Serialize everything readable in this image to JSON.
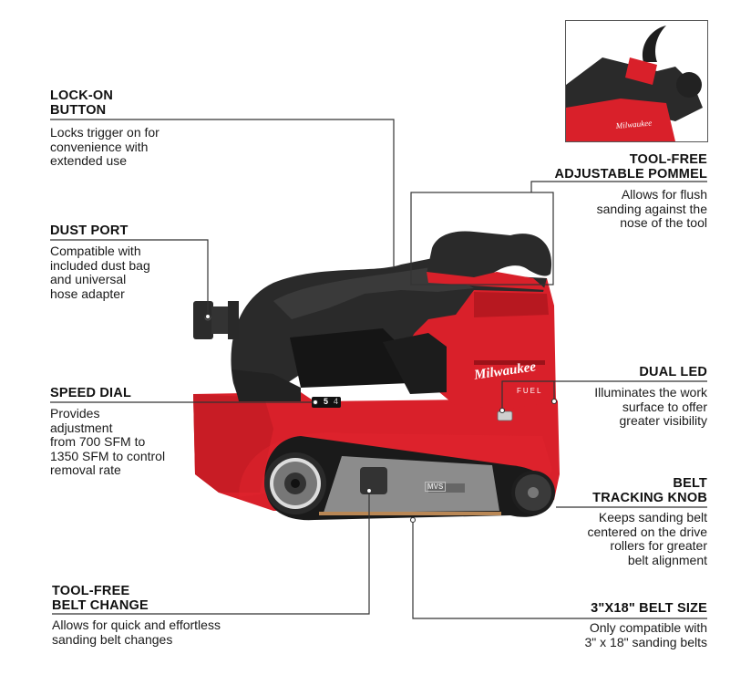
{
  "product": {
    "brand": "Milwaukee",
    "sub_brand": "FUEL",
    "speed_dial_digits": [
      "5",
      "4"
    ],
    "belt_plate_label": "MVS",
    "colors": {
      "body_red": "#d9202a",
      "body_red_dark": "#a8141c",
      "grip_black": "#2a2a2a",
      "grip_dark": "#1c1c1c",
      "plate_gray": "#8c8c8c",
      "sandpaper": "#b98755",
      "leader_line": "#333333"
    }
  },
  "callouts": {
    "lock_on": {
      "title_line1": "LOCK-ON",
      "title_line2": "BUTTON",
      "desc_line1": "Locks trigger on for",
      "desc_line2": "convenience with",
      "desc_line3": "extended use"
    },
    "dust_port": {
      "title": "DUST PORT",
      "desc_line1": "Compatible with",
      "desc_line2": "included dust bag",
      "desc_line3": "and universal",
      "desc_line4": "hose adapter"
    },
    "speed_dial": {
      "title": "SPEED DIAL",
      "desc_line1": "Provides",
      "desc_line2": "adjustment",
      "desc_line3": "from 700 SFM to",
      "desc_line4": "1350 SFM to control",
      "desc_line5": "removal rate"
    },
    "belt_change": {
      "title_line1": "TOOL-FREE",
      "title_line2": "BELT CHANGE",
      "desc_line1": "Allows for quick and effortless",
      "desc_line2": "sanding belt changes"
    },
    "pommel": {
      "title_line1": "TOOL-FREE",
      "title_line2": "ADJUSTABLE POMMEL",
      "desc_line1": "Allows for flush",
      "desc_line2": "sanding against the",
      "desc_line3": "nose of the tool"
    },
    "dual_led": {
      "title": "DUAL LED",
      "desc_line1": "Illuminates the work",
      "desc_line2": "surface to offer",
      "desc_line3": "greater visibility"
    },
    "tracking_knob": {
      "title_line1": "BELT",
      "title_line2": "TRACKING KNOB",
      "desc_line1": "Keeps sanding belt",
      "desc_line2": "centered on the drive",
      "desc_line3": "rollers for greater",
      "desc_line4": "belt alignment"
    },
    "belt_size": {
      "title": "3\"x18\" BELT SIZE",
      "desc_line1": "Only compatible with",
      "desc_line2": "3\" x 18\" sanding belts"
    }
  }
}
